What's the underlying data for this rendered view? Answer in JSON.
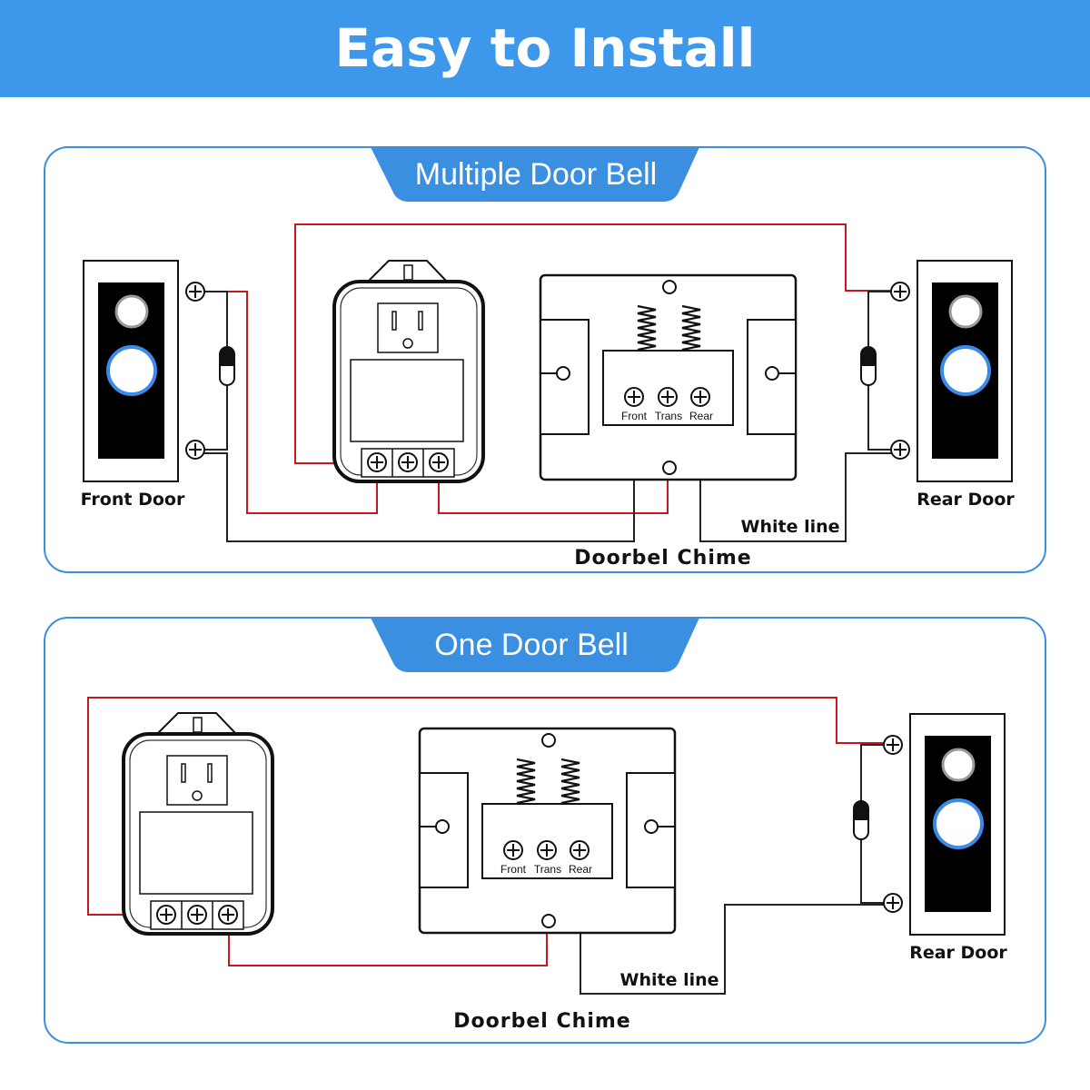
{
  "header": {
    "title": "Easy to Install"
  },
  "colors": {
    "header_blue": "#3d97ea",
    "panel_border": "#3b8fe0",
    "wire_red": "#c8161d",
    "wire_black": "#222222",
    "button_ring": "#3a8be8"
  },
  "panels": [
    {
      "tab_title": "Multiple Door Bell",
      "door_labels": [
        "Front Door",
        "Rear Door"
      ],
      "chime_terminals": [
        "Front",
        "Trans",
        "Rear"
      ],
      "white_line_label": "White line",
      "chime_label": "Doorbel Chime"
    },
    {
      "tab_title": "One Door Bell",
      "door_labels": [
        "Rear Door"
      ],
      "chime_terminals": [
        "Front",
        "Trans",
        "Rear"
      ],
      "white_line_label": "White line",
      "chime_label": "Doorbel Chime"
    }
  ],
  "icons": [
    "doorbell-icon",
    "transformer-icon",
    "chime-icon",
    "screw-terminal-icon",
    "fuse-icon"
  ]
}
